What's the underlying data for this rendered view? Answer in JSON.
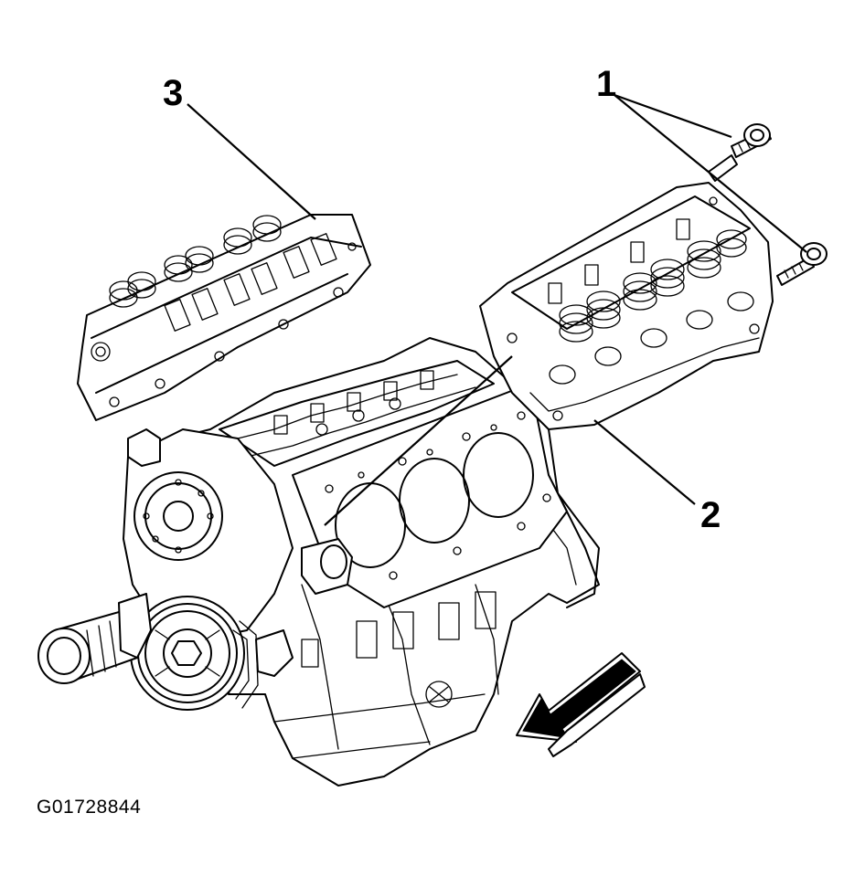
{
  "diagram": {
    "callouts": [
      {
        "id": "1",
        "label": "1"
      },
      {
        "id": "2",
        "label": "2"
      },
      {
        "id": "3",
        "label": "3"
      }
    ],
    "figure_code": "G01728844",
    "colors": {
      "line": "#000000",
      "background": "#ffffff"
    },
    "icons": [
      "bolt-icon",
      "direction-arrow-icon"
    ]
  }
}
